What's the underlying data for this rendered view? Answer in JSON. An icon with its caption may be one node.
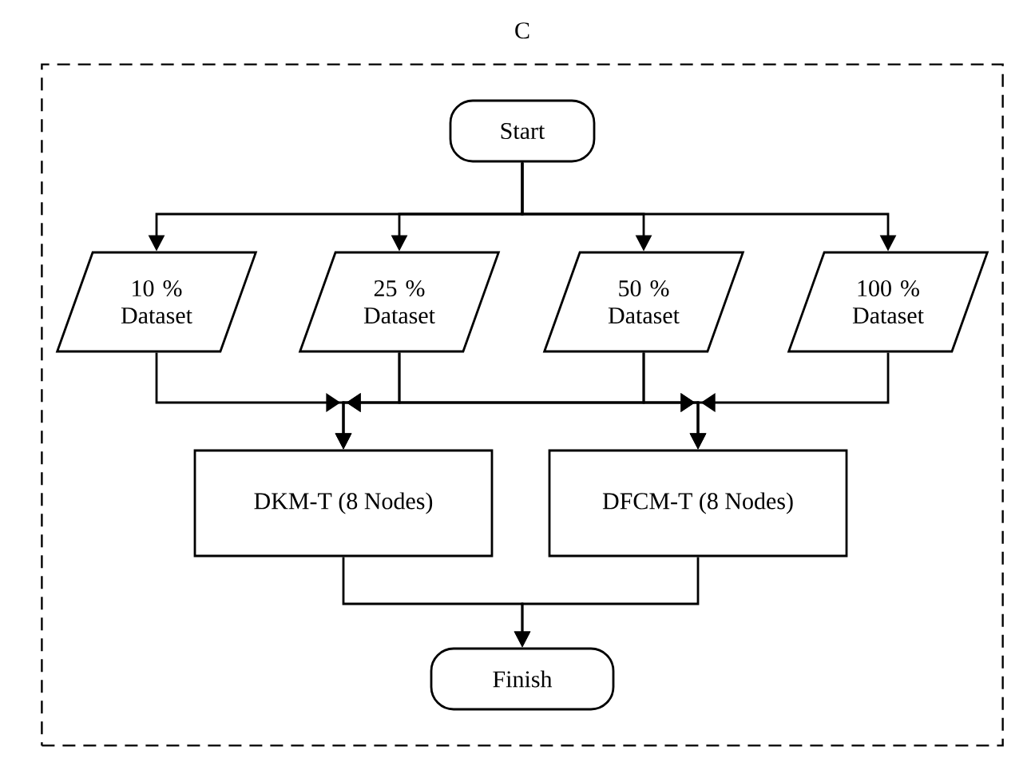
{
  "diagram": {
    "nodes": [
      {
        "text": [
          "C"
        ]
      },
      {
        "text": [
          "Start"
        ],
        "in": 0
      },
      {
        "text": [
          "10 % Dataset"
        ],
        "in": 0
      },
      {
        "text": [
          "25 % Dataset"
        ],
        "in": 0
      },
      {
        "text": [
          "50 % Dataset"
        ],
        "in": 0
      },
      {
        "text": [
          "100 % Dataset"
        ],
        "in": 0
      },
      {
        "text": [
          "DKM-T (8 Nodes)"
        ],
        "in": 0
      },
      {
        "text": [
          "DFCM-T (8 Nodes)"
        ],
        "in": 0
      },
      {
        "text": [
          "Finish"
        ],
        "in": 0
      }
    ],
    "edges": [
      {
        "from": 1,
        "to": 2,
        "arrow": "to"
      },
      {
        "from": 1,
        "to": 3,
        "arrow": "to"
      },
      {
        "from": 1,
        "to": 4,
        "arrow": "to"
      },
      {
        "from": 1,
        "to": 5,
        "arrow": "to"
      },
      {
        "from": 2,
        "to": 6,
        "arrow": "to"
      },
      {
        "from": 3,
        "to": 6,
        "arrow": "to"
      },
      {
        "from": 3,
        "to": 7,
        "arrow": "to"
      },
      {
        "from": 4,
        "to": 6,
        "arrow": "to"
      },
      {
        "from": 4,
        "to": 7,
        "arrow": "to"
      },
      {
        "from": 5,
        "to": 7,
        "arrow": "to"
      },
      {
        "from": 6,
        "to": 8,
        "arrow": "to"
      },
      {
        "from": 7,
        "to": 8,
        "arrow": "to"
      }
    ]
  }
}
